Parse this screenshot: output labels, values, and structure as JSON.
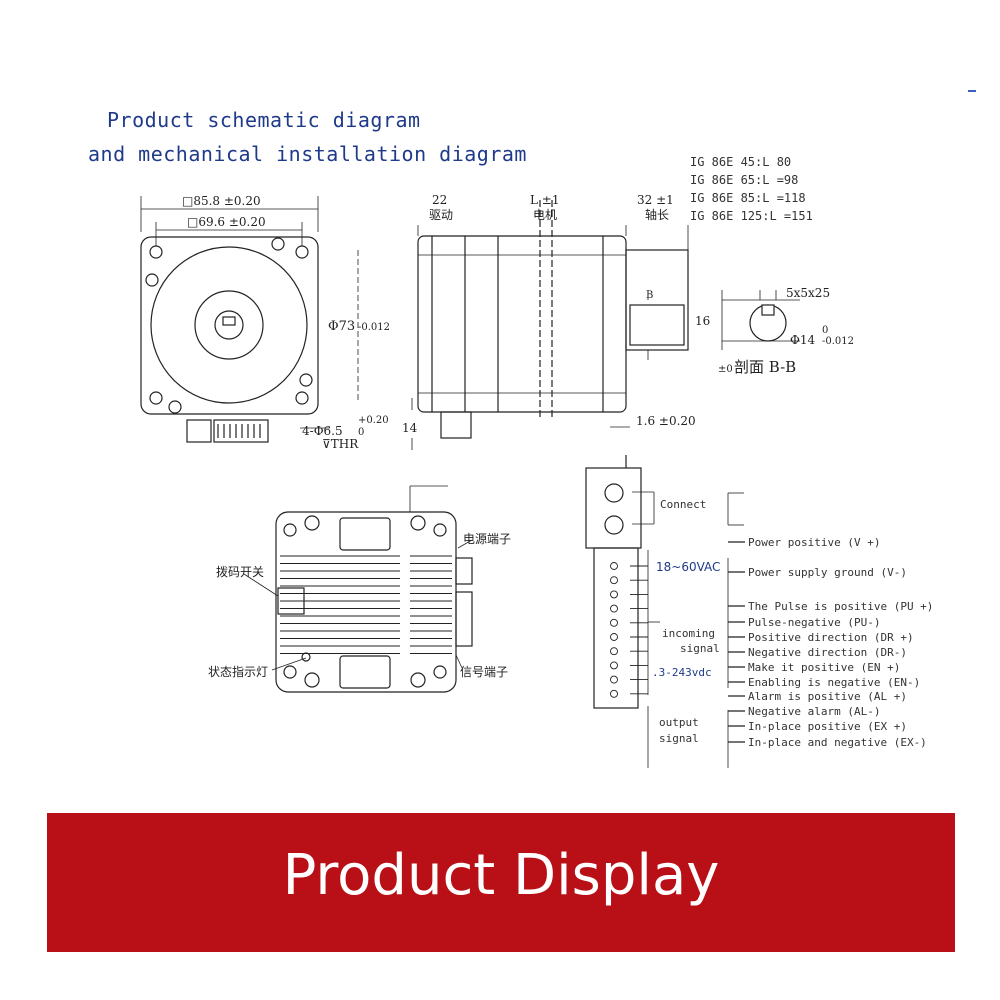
{
  "title": {
    "line1": "Product schematic diagram",
    "line2": "and mechanical installation diagram"
  },
  "front_view": {
    "dim_outer": "□85.8 ±0.20",
    "dim_inner": "□69.6 ±0.20",
    "dim_diameter": "Φ73",
    "dim_diameter_tol": "-0.012",
    "hole_spec": "4-Φ6.5",
    "hole_tol_top": "+0.20",
    "hole_tol_bottom": "0",
    "hole_thr": "⊽THR"
  },
  "side_view": {
    "dim_22": "22",
    "label_22": "驱动",
    "dim_L": "L ±1",
    "label_L": "电机",
    "dim_32": "32 ±1",
    "label_32": "轴长",
    "dim_14": "14",
    "dim_1_6": "1.6 ±0.20",
    "section_marker": "B"
  },
  "models": [
    "IG 86E 45:L 80",
    "IG 86E 65:L =98",
    "IG 86E 85:L =118",
    "IG 86E 125:L =151"
  ],
  "shaft_section": {
    "key": "5x5x25",
    "height": "16",
    "diameter": "Φ14",
    "tol_top": "0",
    "tol_bottom": "-0.012",
    "tol_left": "±0",
    "section_label": "剖面 B-B"
  },
  "bottom_view": {
    "power_terminal": "电源端子",
    "dip_switch": "拨码开关",
    "status_led": "状态指示灯",
    "signal_terminal": "信号端子"
  },
  "wiring": {
    "connect": "Connect",
    "voltage_ac": "18~60VAC",
    "incoming_signal_1": "incoming",
    "incoming_signal_2": "signal",
    "voltage_dc": ".3-243vdc",
    "output_signal_1": "output",
    "output_signal_2": "signal",
    "pins": [
      "Power positive (V +)",
      "Power supply ground (V-)",
      "The Pulse is positive (PU +)",
      "Pulse-negative (PU-)",
      "Positive direction (DR +)",
      "Negative direction (DR-)",
      "Make it positive (EN +)",
      "Enabling is negative (EN-)",
      "Alarm is positive (AL +)",
      "Negative alarm (AL-)",
      "In-place positive (EX +)",
      "In-place and negative (EX-)"
    ]
  },
  "banner": {
    "label": "Product Display"
  },
  "colors": {
    "banner": "#b81016",
    "title": "#1f3a8a"
  }
}
